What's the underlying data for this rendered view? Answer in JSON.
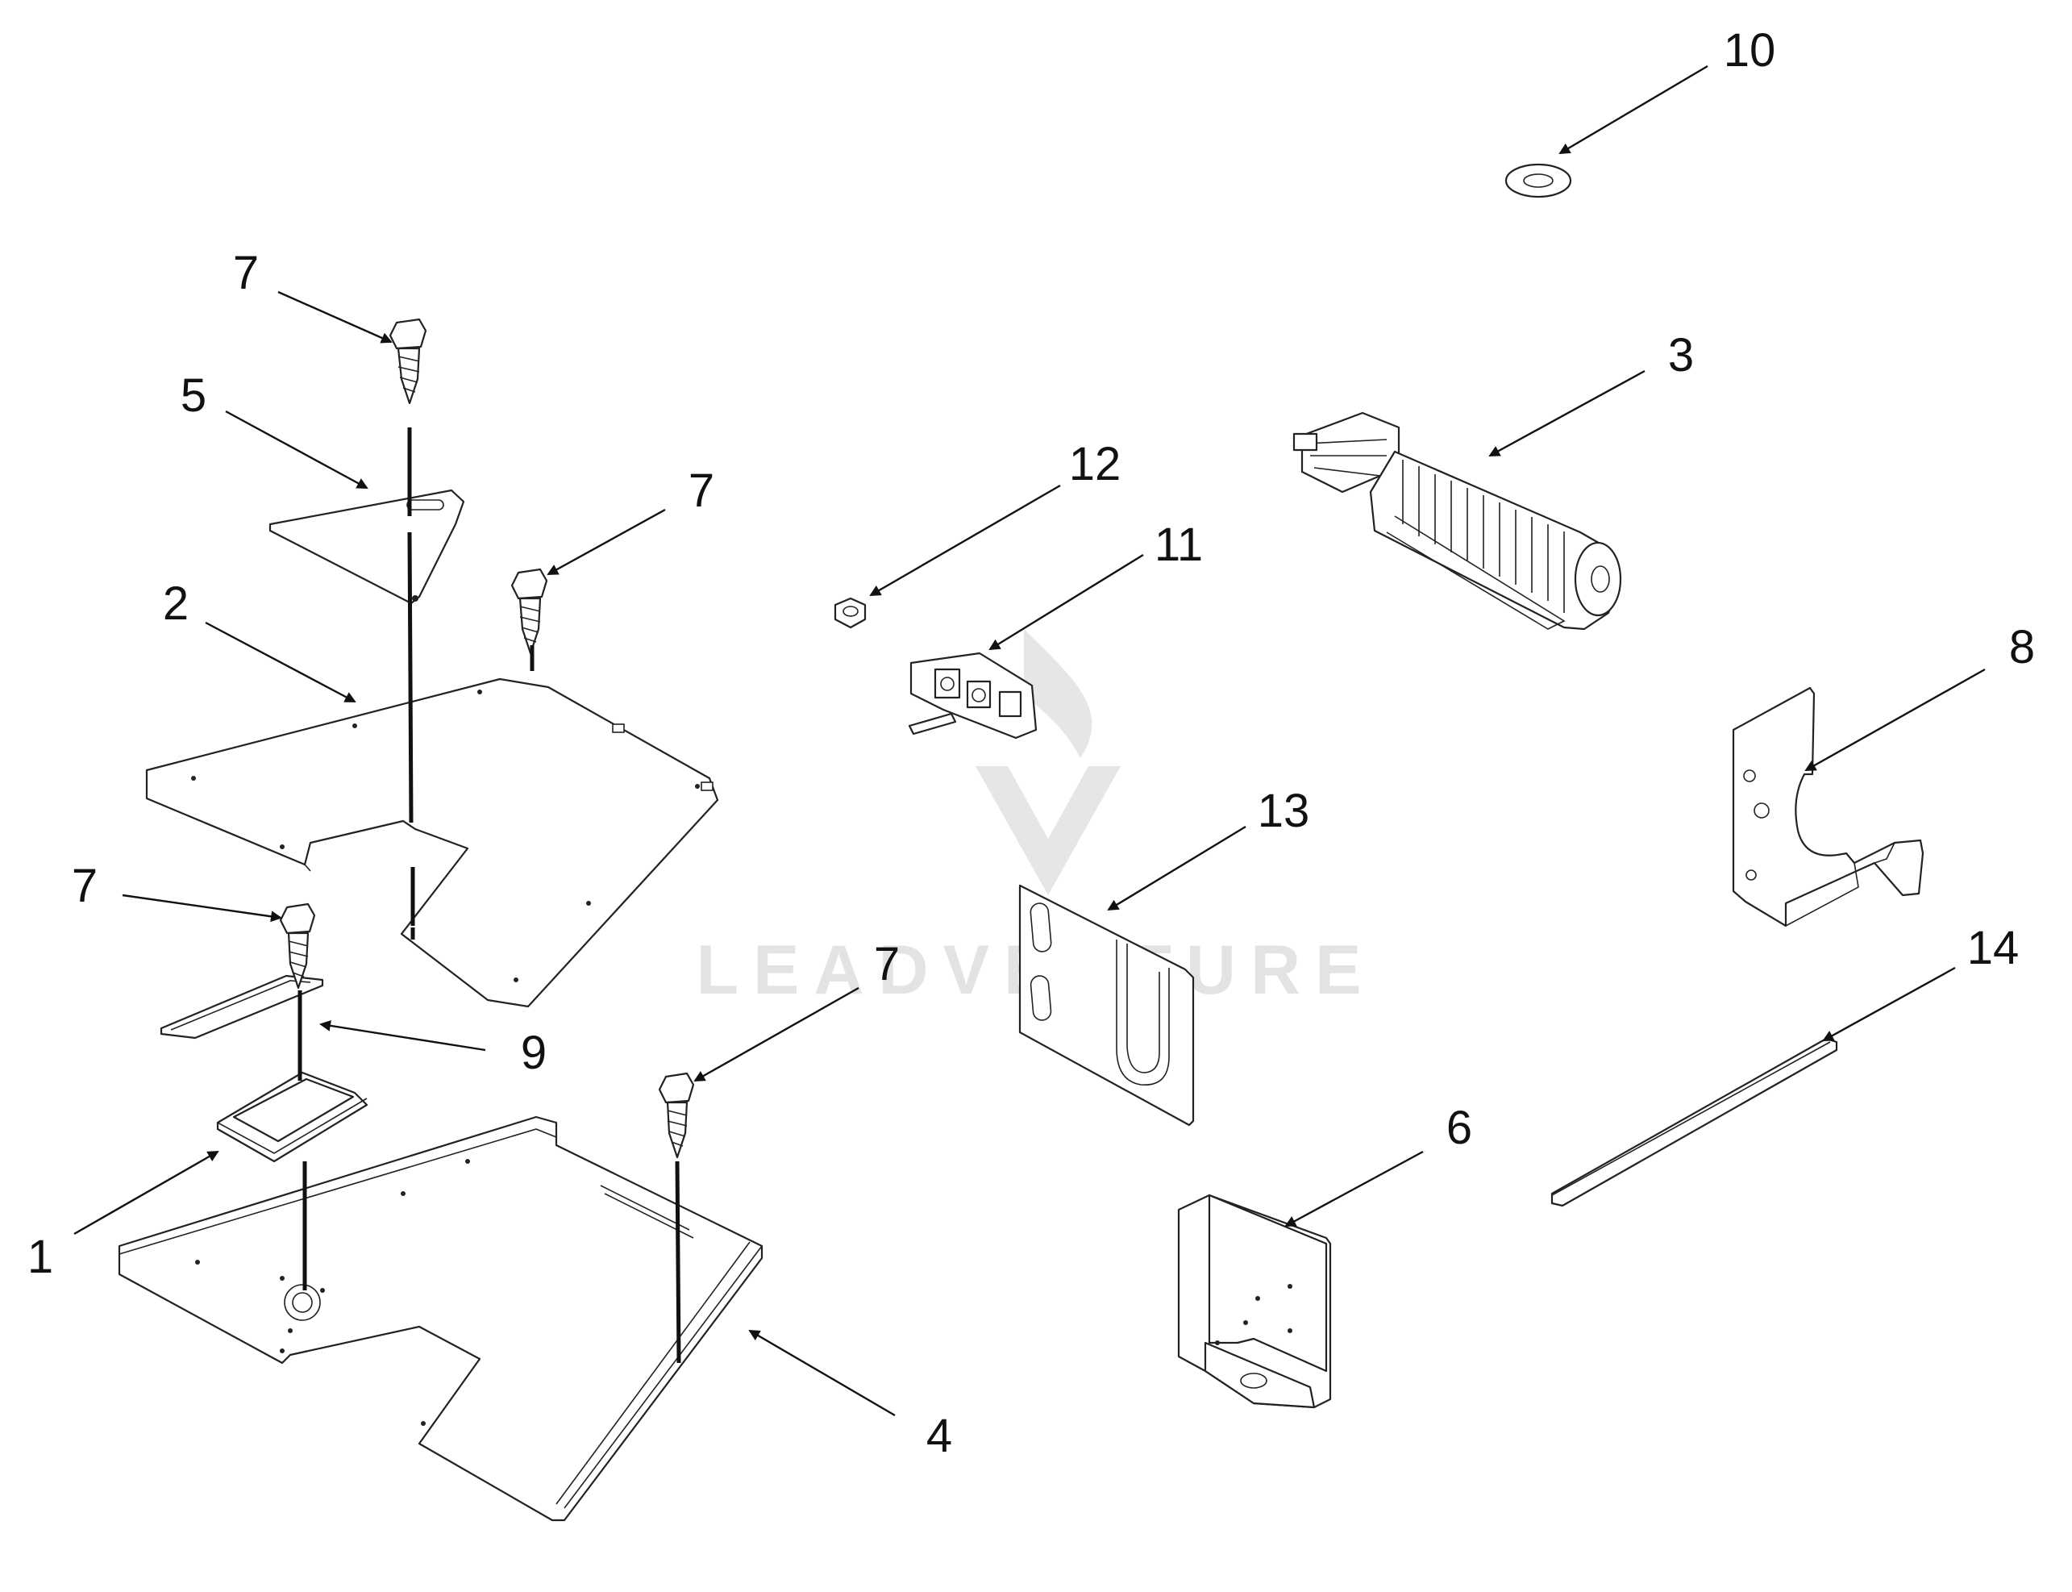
{
  "diagram": {
    "watermark": {
      "text": "LEADVENTURE"
    },
    "callouts": [
      {
        "id": "c1",
        "label": "1"
      },
      {
        "id": "c2",
        "label": "2"
      },
      {
        "id": "c3",
        "label": "3"
      },
      {
        "id": "c4",
        "label": "4"
      },
      {
        "id": "c5",
        "label": "5"
      },
      {
        "id": "c6",
        "label": "6"
      },
      {
        "id": "c7a",
        "label": "7"
      },
      {
        "id": "c7b",
        "label": "7"
      },
      {
        "id": "c7c",
        "label": "7"
      },
      {
        "id": "c7d",
        "label": "7"
      },
      {
        "id": "c8",
        "label": "8"
      },
      {
        "id": "c9",
        "label": "9"
      },
      {
        "id": "c10",
        "label": "10"
      },
      {
        "id": "c11",
        "label": "11"
      },
      {
        "id": "c12",
        "label": "12"
      },
      {
        "id": "c13",
        "label": "13"
      },
      {
        "id": "c14",
        "label": "14"
      }
    ]
  }
}
